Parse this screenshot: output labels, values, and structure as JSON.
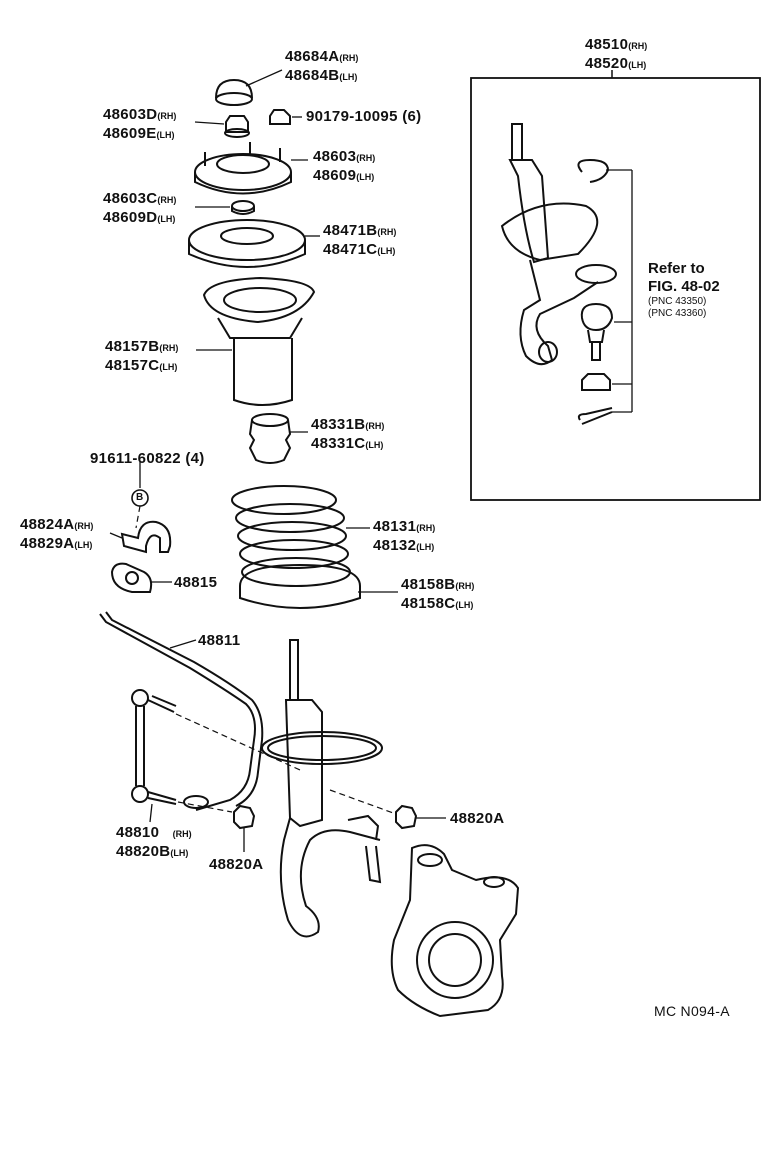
{
  "callouts": {
    "top_mount_cap": {
      "part1": "48684A",
      "sfx1": "(RH)",
      "part2": "48684B",
      "sfx2": "(LH)"
    },
    "top_nut": {
      "part1": "48603D",
      "sfx1": "(RH)",
      "part2": "48609E",
      "sfx2": "(LH)"
    },
    "mount_bolt_nut": {
      "part": "90179-10095",
      "qty": "(6)"
    },
    "support_assy": {
      "part1": "48603",
      "sfx1": "(RH)",
      "part2": "48609",
      "sfx2": "(LH)"
    },
    "support_collar": {
      "part1": "48603C",
      "sfx1": "(RH)",
      "part2": "48609D",
      "sfx2": "(LH)"
    },
    "spring_seat_upper": {
      "part1": "48471B",
      "sfx1": "(RH)",
      "part2": "48471C",
      "sfx2": "(LH)"
    },
    "dust_boot": {
      "part1": "48157B",
      "sfx1": "(RH)",
      "part2": "48157C",
      "sfx2": "(LH)"
    },
    "bump_stopper": {
      "part1": "48331B",
      "sfx1": "(RH)",
      "part2": "48331C",
      "sfx2": "(LH)"
    },
    "bracket_bolt": {
      "part": "91611-60822",
      "qty": "(4)",
      "marker": "B"
    },
    "stabilizer_bracket": {
      "part1": "48824A",
      "sfx1": "(RH)",
      "part2": "48829A",
      "sfx2": "(LH)"
    },
    "stabilizer_bushing": {
      "part": "48815"
    },
    "coil_spring": {
      "part1": "48131",
      "sfx1": "(RH)",
      "part2": "48132",
      "sfx2": "(LH)"
    },
    "spring_insulator": {
      "part1": "48158B",
      "sfx1": "(RH)",
      "part2": "48158C",
      "sfx2": "(LH)"
    },
    "stabilizer_bar": {
      "part": "48811"
    },
    "stabilizer_link": {
      "part1": "48810",
      "sfx1": "(RH)",
      "part2": "48820B",
      "sfx2": "(LH)"
    },
    "link_nut_left": {
      "part": "48820A"
    },
    "link_nut_right": {
      "part": "48820A"
    }
  },
  "inset": {
    "title1": "48510",
    "title_sfx1": "(RH)",
    "title2": "48520",
    "title_sfx2": "(LH)",
    "refer_line1": "Refer to",
    "refer_line2": "FIG. 48-02",
    "pnc1": "(PNC 43350)",
    "pnc2": "(PNC 43360)"
  },
  "figure_code": "MC N094-A"
}
